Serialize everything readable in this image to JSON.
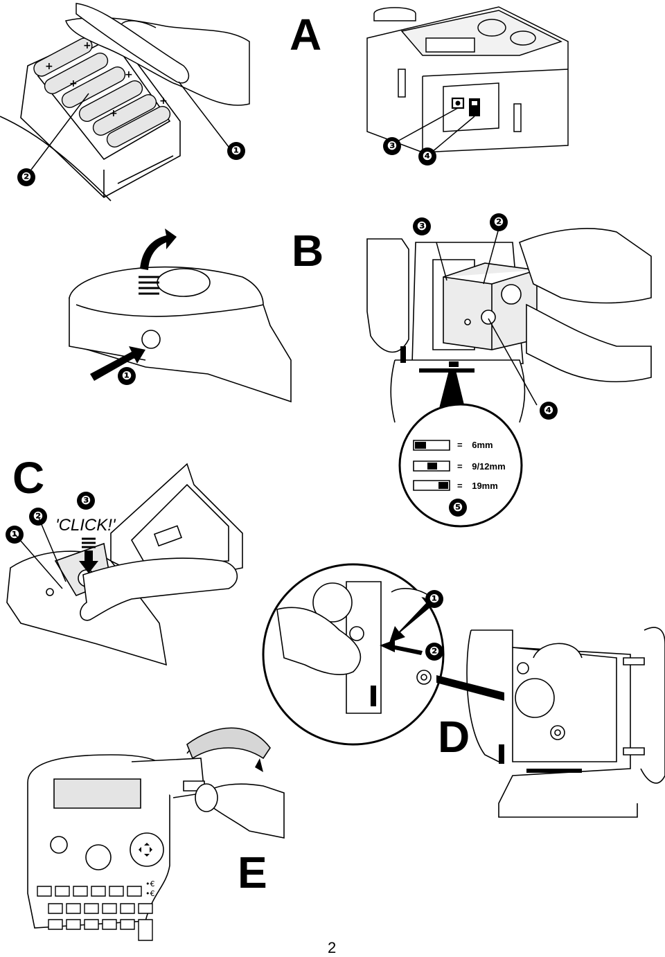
{
  "sections": {
    "a": {
      "letter": "A",
      "callouts": [
        "❶",
        "❷",
        "❸",
        "❹"
      ]
    },
    "b": {
      "letter": "B",
      "callouts": [
        "❶",
        "❷",
        "❸",
        "❹",
        "❺"
      ]
    },
    "c": {
      "letter": "C",
      "callouts": [
        "❶",
        "❷",
        "❸"
      ],
      "click_text": "'CLICK!'"
    },
    "d": {
      "letter": "D",
      "callouts": [
        "❶",
        "❷"
      ]
    },
    "e": {
      "letter": "E"
    }
  },
  "tape_widths": [
    {
      "sign": "=",
      "label": "6mm"
    },
    {
      "sign": "=",
      "label": "9/12mm"
    },
    {
      "sign": "=",
      "label": "19mm"
    }
  ],
  "keypad_symbols": [
    "•€",
    "•€"
  ],
  "page_number": "2"
}
